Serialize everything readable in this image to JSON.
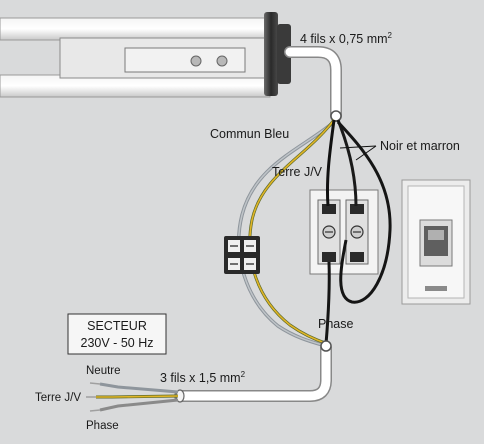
{
  "labels": {
    "motor_cable": "4 fils x 0,75 mm",
    "motor_cable_exp": "2",
    "commun_bleu": "Commun Bleu",
    "noir_marron": "Noir et marron",
    "terre_top": "Terre J/V",
    "phase_mid": "Phase",
    "supply_cable": "3 fils x 1,5 mm",
    "supply_cable_exp": "2",
    "neutre": "Neutre",
    "terre_bottom": "Terre J/V",
    "phase_bottom": "Phase"
  },
  "secteur": {
    "title": "SECTEUR",
    "spec": "230V - 50 Hz"
  },
  "colors": {
    "background": "#d9dadb",
    "sheath": "#ffffff",
    "blue_wire": "#9aa0a6",
    "earth_wire": "#d4a41a",
    "black_wire": "#1a1a1a",
    "brown_wire": "#5a2a0a"
  },
  "icons": {
    "motor": "tubular-motor",
    "switch": "double-rocker-switch",
    "terminal": "terminal-block",
    "wall_switch": "wall-switch-plate"
  }
}
